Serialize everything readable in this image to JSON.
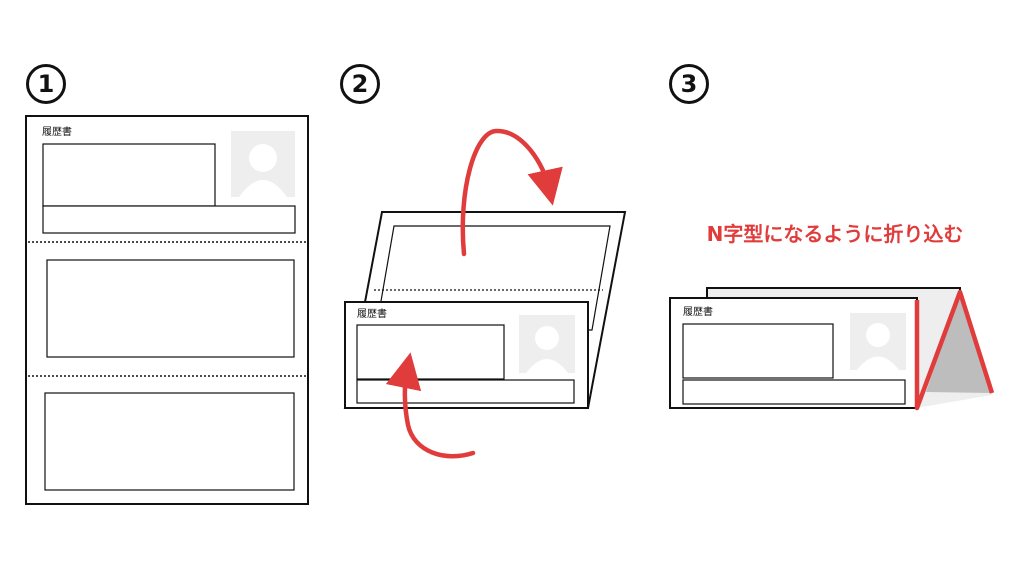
{
  "steps": [
    {
      "number": "1"
    },
    {
      "number": "2"
    },
    {
      "number": "3"
    }
  ],
  "document_title": "履歴書",
  "instruction": "N字型になるように折り込む",
  "colors": {
    "accent": "#e03c3c",
    "stroke": "#111111",
    "photo_bg": "#eeeeee",
    "photo_fg": "#ffffff",
    "fold_gray": "#bdbdbd"
  },
  "icons": [
    "person-silhouette-icon",
    "curved-arrow-icon"
  ]
}
